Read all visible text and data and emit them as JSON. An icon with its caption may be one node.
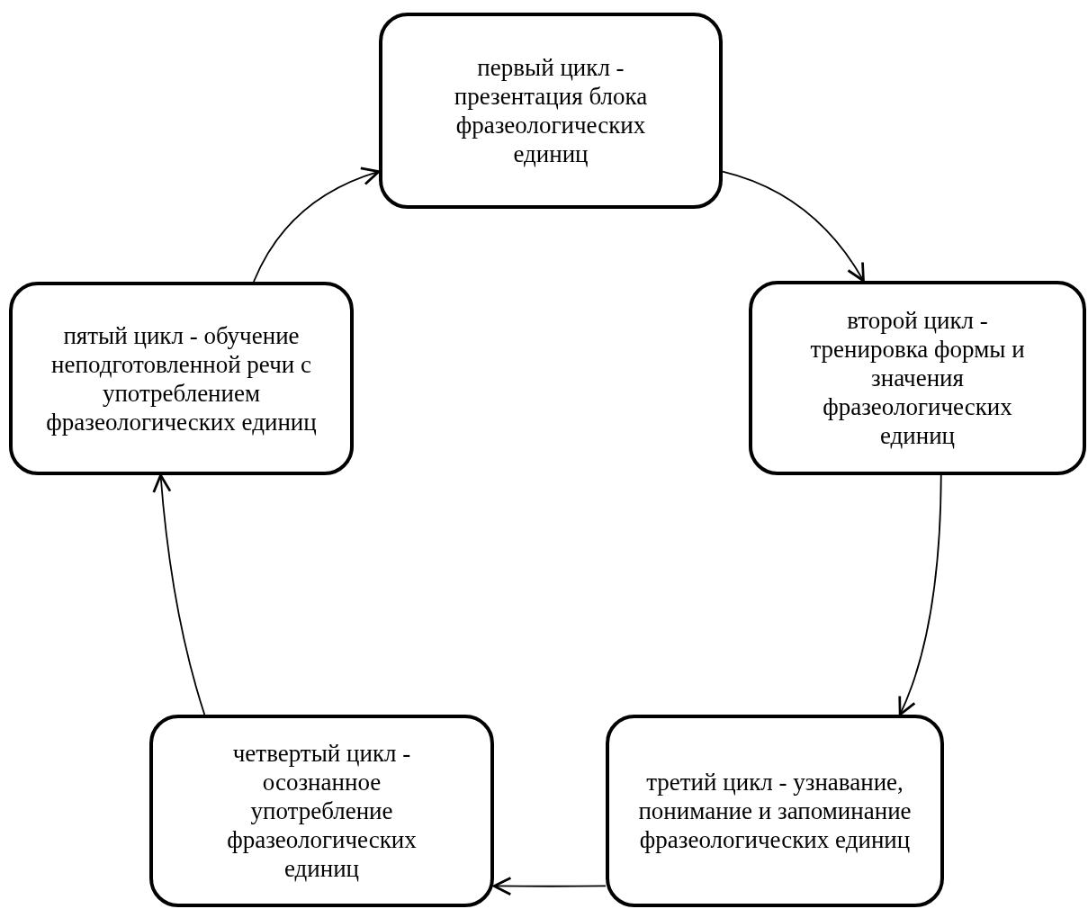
{
  "diagram": {
    "nodes": [
      {
        "text": [
          "первый цикл - презентация блока фразеологических единиц"
        ]
      },
      {
        "text": [
          "второй цикл - тренировка формы и значения фразеологических единиц"
        ]
      },
      {
        "text": [
          "третий цикл - узнавание, понимание и запоминание фразеологических единиц"
        ]
      },
      {
        "text": [
          "четвертый цикл - осознанное употребление фразеологических единиц"
        ]
      },
      {
        "text": [
          "пятый цикл - обучение неподготовленной речи с употреблением фразеологических единиц"
        ]
      }
    ],
    "edges": [
      {
        "from": 0,
        "to": 1,
        "arrow": "to"
      },
      {
        "from": 1,
        "to": 2,
        "arrow": "to"
      },
      {
        "from": 2,
        "to": 3,
        "arrow": "to"
      },
      {
        "from": 3,
        "to": 4,
        "arrow": "to"
      },
      {
        "from": 4,
        "to": 0,
        "arrow": "to"
      }
    ]
  }
}
